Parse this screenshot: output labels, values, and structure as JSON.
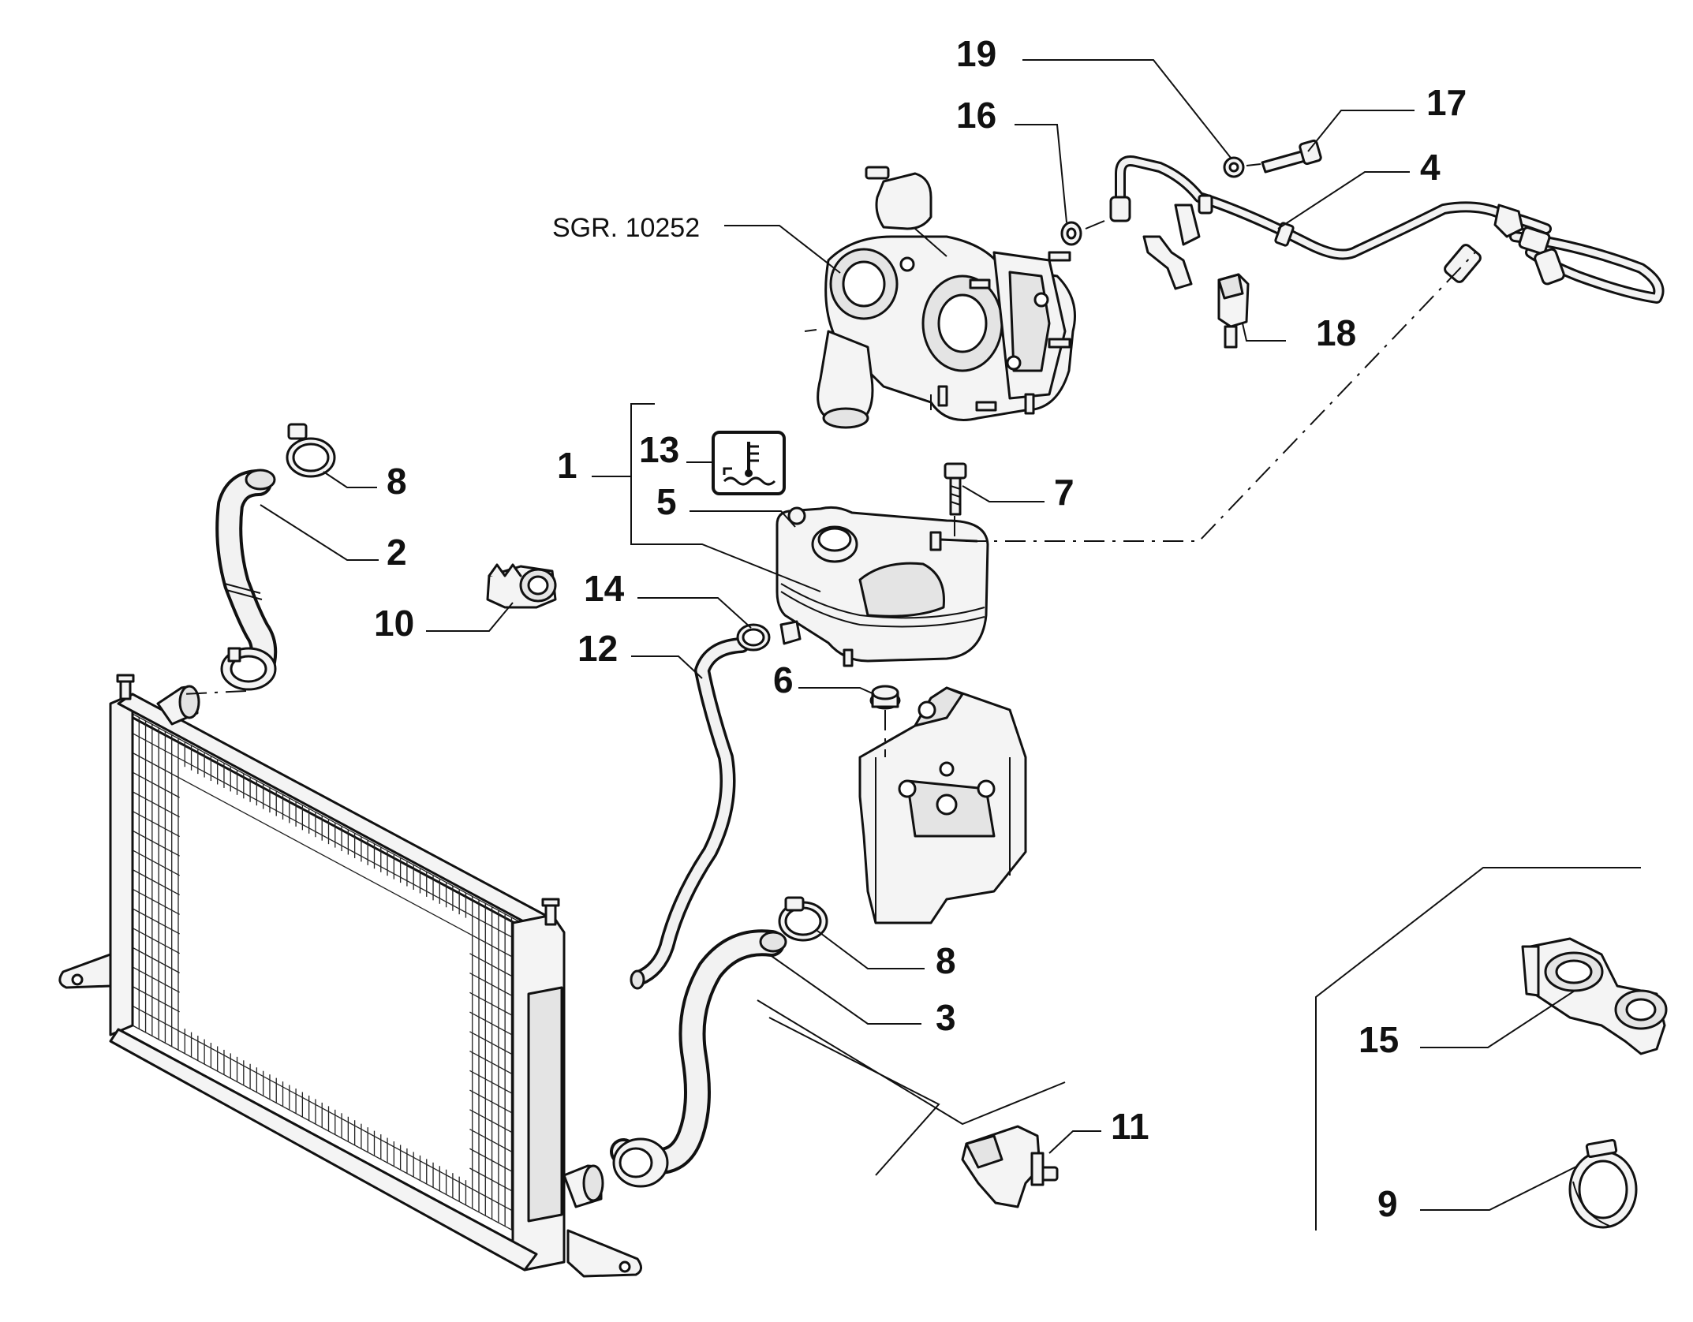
{
  "reference_label": "SGR. 10252",
  "callouts": {
    "c1": "1",
    "c2": "2",
    "c3": "3",
    "c4": "4",
    "c5": "5",
    "c6": "6",
    "c7": "7",
    "c8a": "8",
    "c8b": "8",
    "c9": "9",
    "c10": "10",
    "c11": "11",
    "c12": "12",
    "c13": "13",
    "c14": "14",
    "c15": "15",
    "c16": "16",
    "c17": "17",
    "c18": "18",
    "c19": "19"
  },
  "icon_names": {
    "coolant_symbol": "coolant-level-warning-icon"
  }
}
